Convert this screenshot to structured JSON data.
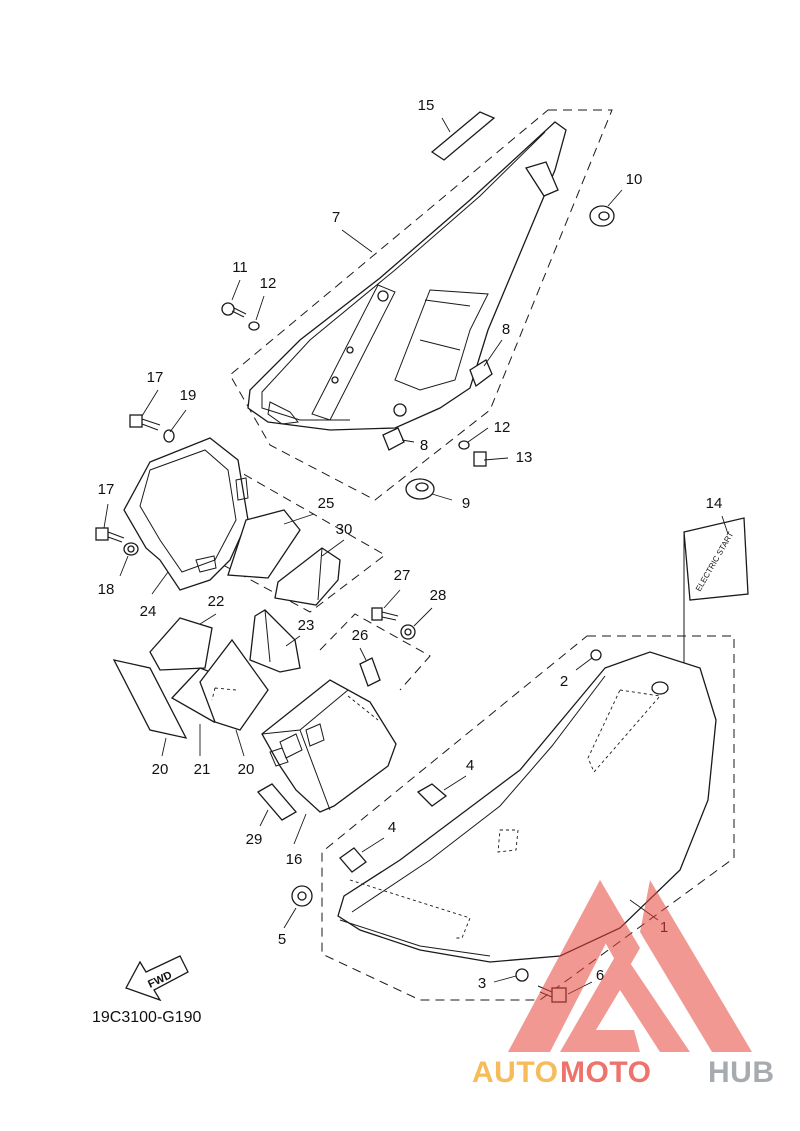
{
  "diagram": {
    "code": "19C3100-G190",
    "fwd_label": "FWD",
    "decal_text": "ELECTRIC START",
    "callouts": [
      "15",
      "10",
      "7",
      "11",
      "12",
      "8",
      "17",
      "19",
      "12",
      "13",
      "8",
      "9",
      "17",
      "25",
      "30",
      "18",
      "24",
      "14",
      "27",
      "28",
      "22",
      "23",
      "26",
      "2",
      "20",
      "21",
      "20",
      "4",
      "29",
      "16",
      "4",
      "5",
      "1",
      "3",
      "6"
    ]
  },
  "watermark": {
    "part1": "AUTO",
    "part2": "MOTO",
    "part3": "HUB",
    "color_auto": "#f5a623",
    "color_moto": "#e8453c",
    "color_hub": "#8a8f96",
    "logo_color": "#e8453c"
  }
}
